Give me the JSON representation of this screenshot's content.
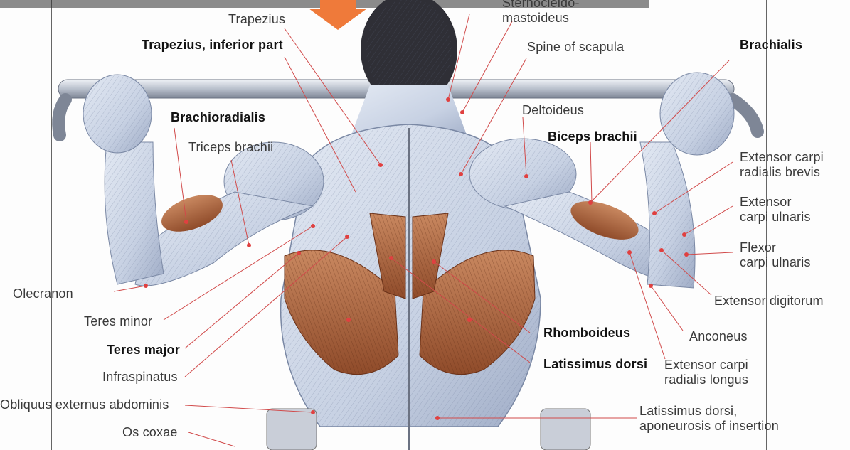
{
  "labels": {
    "sternocleido_l1": "Sternocleido-",
    "sternocleido_l2": "mastoideus",
    "trapezius": "Trapezius",
    "trapezius_inferior": "Trapezius, inferior part",
    "spine_of_scapula": "Spine of scapula",
    "brachialis": "Brachialis",
    "brachioradialis": "Brachioradialis",
    "deltoideus": "Deltoideus",
    "triceps_brachii": "Triceps brachii",
    "biceps_brachii": "Biceps brachii",
    "ecr_brevis_l1": "Extensor carpi",
    "ecr_brevis_l2": "radialis brevis",
    "ecu_l1": "Extensor",
    "ecu_l2": "carpi ulnaris",
    "fcu_l1": "Flexor",
    "fcu_l2": "carpi ulnaris",
    "olecranon": "Olecranon",
    "extensor_digitorum": "Extensor digitorum",
    "teres_minor": "Teres minor",
    "rhomboideus": "Rhomboideus",
    "anconeus": "Anconeus",
    "teres_major": "Teres major",
    "latissimus_dorsi": "Latissimus dorsi",
    "ecr_longus_l1": "Extensor carpi",
    "ecr_longus_l2": "radialis longus",
    "infraspinatus": "Infraspinatus",
    "obliquus": "Obliquus externus abdominis",
    "latissimus_apo_l1": "Latissimus dorsi,",
    "latissimus_apo_l2": "aponeurosis of insertion",
    "os_coxae": "Os coxae"
  },
  "colors": {
    "muscle_blue": "#c9d3e4",
    "muscle_blue_dark": "#8c9cb9",
    "muscle_red": "#b4724a",
    "muscle_red_dark": "#7a3e22",
    "leader_line": "#d14a4a",
    "arrow": "#ef7a3a",
    "bar": "#b9c0cc",
    "hair": "#2f2f36"
  }
}
